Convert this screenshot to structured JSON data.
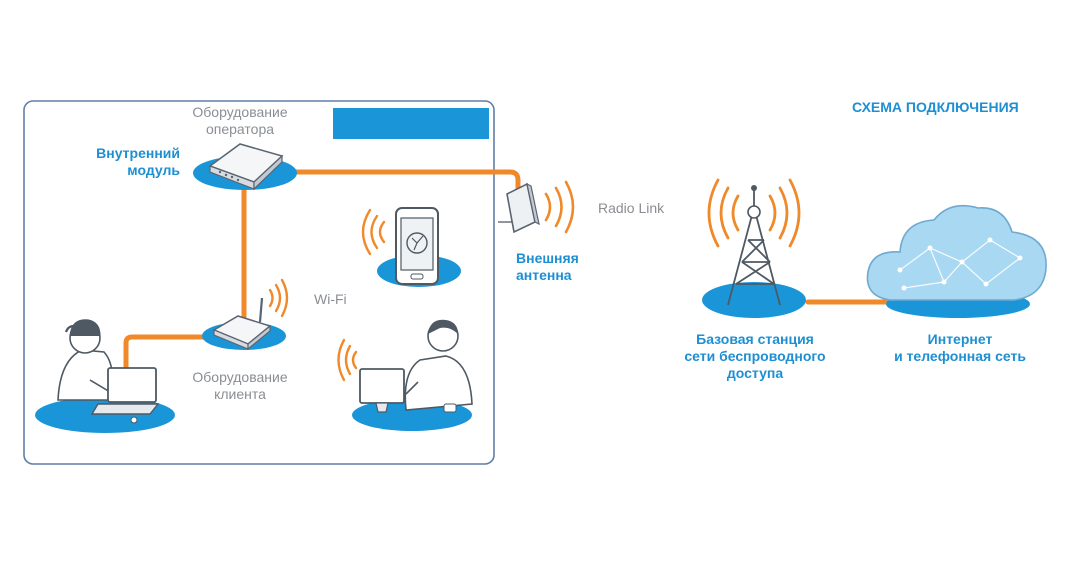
{
  "colors": {
    "accent_blue": "#1d8fd2",
    "pad_blue": "#1a96d8",
    "link_orange": "#f0892a",
    "label_gray": "#8a8e93",
    "frame_border": "#5f7fa6",
    "cloud_fill": "#a9d8f3"
  },
  "title": "СХЕМА ПОДКЛЮЧЕНИЯ",
  "operator_equipment": {
    "line1": "Оборудование",
    "line2": "оператора"
  },
  "indoor_unit": {
    "line1": "Внутренний",
    "line2": "модуль"
  },
  "client_equipment": {
    "line1": "Оборудование",
    "line2": "клиента"
  },
  "wifi": "Wi-Fi",
  "radio_link": "Radio Link",
  "outdoor_antenna": {
    "line1": "Внешняя",
    "line2": "антенна"
  },
  "base_station": {
    "line1": "Базовая станция",
    "line2": "сети беспроводного",
    "line3": "доступа"
  },
  "internet": {
    "line1": "Интернет",
    "line2": "и телефонная сеть"
  },
  "icons": [
    "router-icon",
    "wifi-router-icon",
    "smartphone-icon",
    "woman-at-computer-icon",
    "man-at-computer-icon",
    "panel-antenna-icon",
    "radio-tower-icon",
    "cloud-network-icon",
    "signal-waves-icon"
  ]
}
